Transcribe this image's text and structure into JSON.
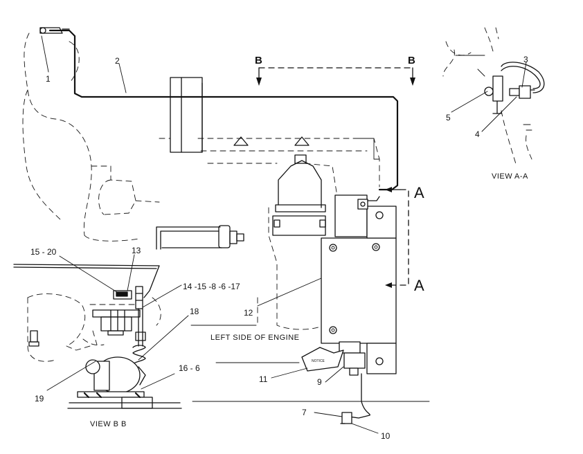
{
  "captions": {
    "left_side_of_engine": "LEFT SIDE OF ENGINE",
    "view_aa": "VIEW  A-A",
    "view_bb": "VIEW  B B"
  },
  "section_markers": {
    "a_upper": "A",
    "a_lower": "A",
    "b_left": "B",
    "b_right": "B"
  },
  "notice_label": "NOTICE",
  "callouts": {
    "c1": "1",
    "c2": "2",
    "c3": "3",
    "c4": "4",
    "c5": "5",
    "c7": "7",
    "c9": "9",
    "c10": "10",
    "c11": "11",
    "c12": "12",
    "c13": "13",
    "c14": "14 -15 -8 -6 -17",
    "c15": "15 - 20",
    "c16": "16 - 6",
    "c18": "18",
    "c19": "19"
  }
}
